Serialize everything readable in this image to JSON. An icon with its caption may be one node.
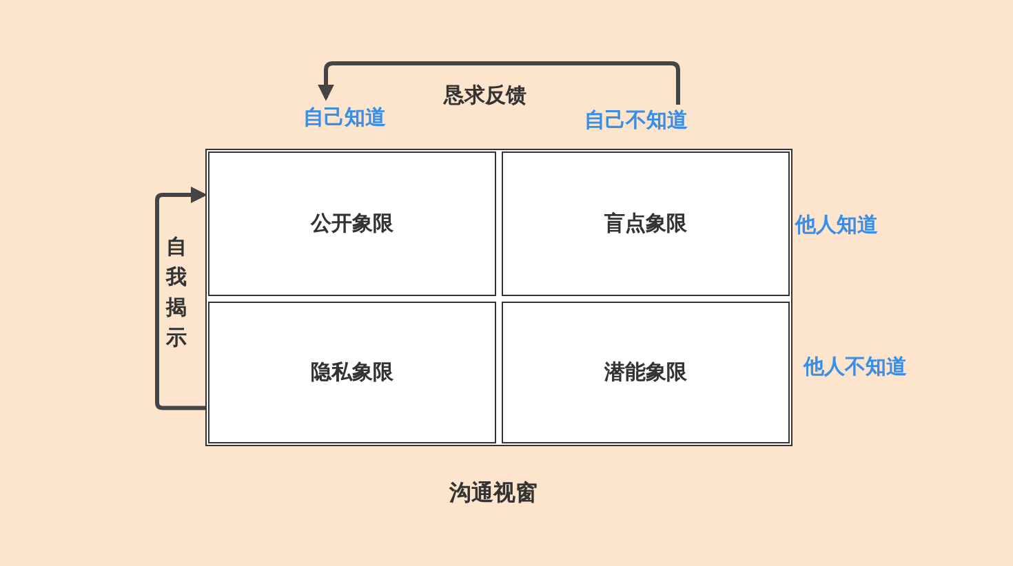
{
  "diagram": {
    "caption": "沟通视窗",
    "nodes": [
      {
        "text": [
          "自己知道"
        ]
      },
      {
        "text": [
          "自己不知道"
        ]
      },
      {
        "text": [],
        "shape": "box"
      },
      {
        "text": [
          "公开象限"
        ],
        "in": 2
      },
      {
        "text": [
          "盲点象限"
        ],
        "in": 2
      },
      {
        "text": [
          "隐私象限"
        ],
        "in": 2
      },
      {
        "text": [
          "潜能象限"
        ],
        "in": 2
      }
    ],
    "edges": [
      {
        "from": 1,
        "to": 0,
        "arrow": "to",
        "label": "恳求反馈"
      },
      {
        "from": 5,
        "to": 3,
        "arrow": "to",
        "label": "自我揭示"
      }
    ],
    "labels": [
      "他人知道",
      "他人不知道"
    ]
  }
}
